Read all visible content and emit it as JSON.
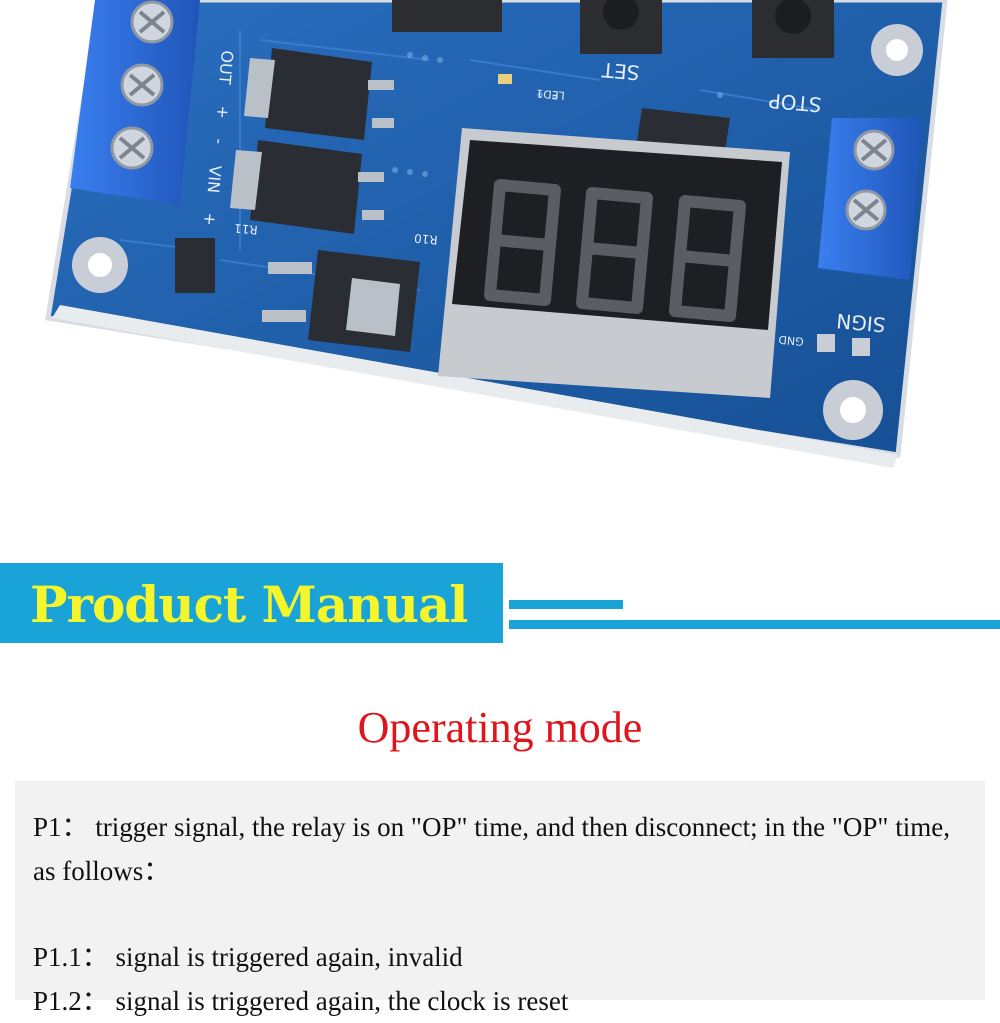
{
  "banner": {
    "title": "Product Manual"
  },
  "section": {
    "heading": "Operating mode"
  },
  "manual": {
    "p1": "P1： trigger signal, the relay is on \"OP\" time, and then disconnect; in the \"OP\" time, as follows：",
    "p1_1": "P1.1： signal is triggered again, invalid",
    "p1_2": "P1.2： signal is triggered again, the clock is reset"
  },
  "board": {
    "silkscreen": [
      "OUT",
      "+",
      "-",
      "VIN",
      "-",
      "+",
      "SET",
      "STOP",
      "LED1",
      "R11",
      "R10",
      "SIGN",
      "GND"
    ],
    "display_digits": "888"
  },
  "colors": {
    "accent": "#1aa3d6",
    "title_yellow": "#f4f52a",
    "heading_red": "#e0141b",
    "pcb_blue": "#1f5fa8",
    "terminal_blue": "#2f6fd6"
  }
}
